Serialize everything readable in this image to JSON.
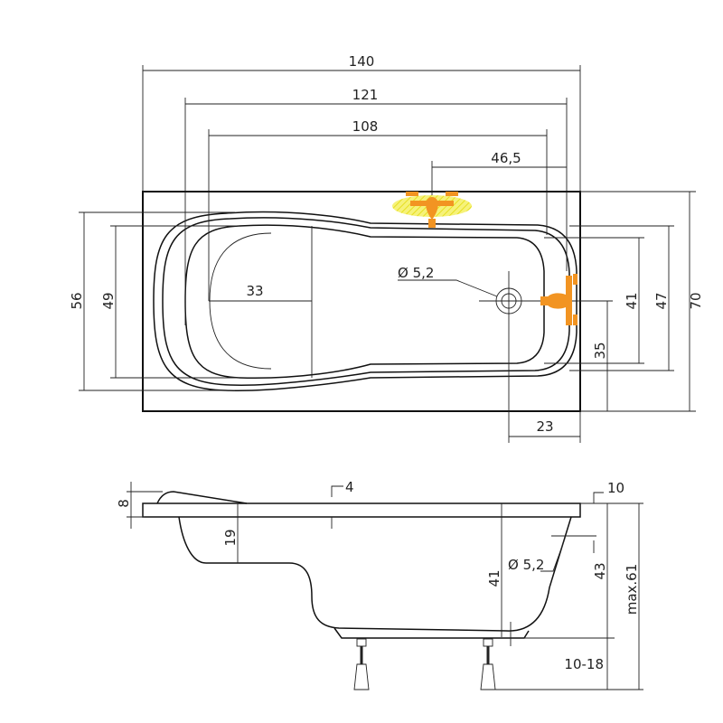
{
  "top_view": {
    "dims": {
      "length_total": "140",
      "length_inner_rim": "121",
      "length_basin": "108",
      "mixer_offset": "46,5",
      "width_outer_basin": "56",
      "width_basin": "49",
      "headrest_depth": "33",
      "width_foot_basin": "41",
      "width_foot_rim": "47",
      "width_total": "70",
      "drain_from_side": "35",
      "drain_from_end": "23",
      "drain_diameter": "Ø 5,2"
    }
  },
  "side_view": {
    "dims": {
      "headrest_height": "8",
      "rim_thickness": "4",
      "headrest_step": "19",
      "basin_depth": "41",
      "overflow_diameter": "Ø 5,2",
      "tub_height": "43",
      "total_height": "max.61",
      "leg_height": "10-18",
      "rim_offset": "10"
    }
  },
  "colors": {
    "fixture": "#f29422",
    "hatch": "#f2ee3a",
    "line": "#111111"
  }
}
